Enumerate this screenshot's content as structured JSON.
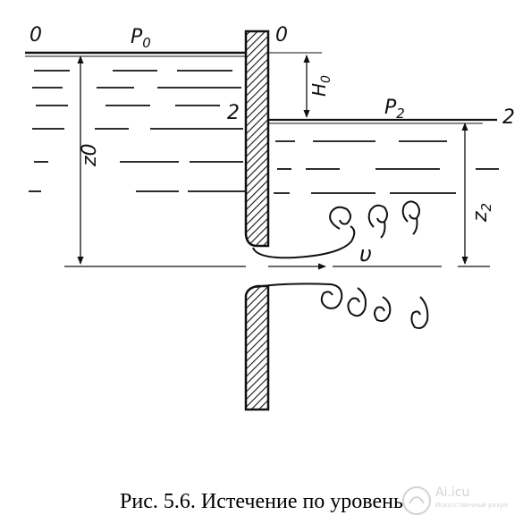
{
  "labels": {
    "section_left": "0",
    "pressure_left": "P",
    "pressure_left_sub": "0",
    "section_right": "0",
    "head": "H",
    "head_sub": "0",
    "level_mark_left": "2",
    "pressure_right": "P",
    "pressure_right_sub": "2",
    "level_mark_right": "2",
    "depth_left": "z0",
    "depth_right": "z",
    "depth_right_sub": "2",
    "velocity": "υ"
  },
  "caption": "Рис. 5.6. Истечение по уровень",
  "watermark": {
    "title": "Ai.icu",
    "subtitle": "Искусственный разум"
  }
}
